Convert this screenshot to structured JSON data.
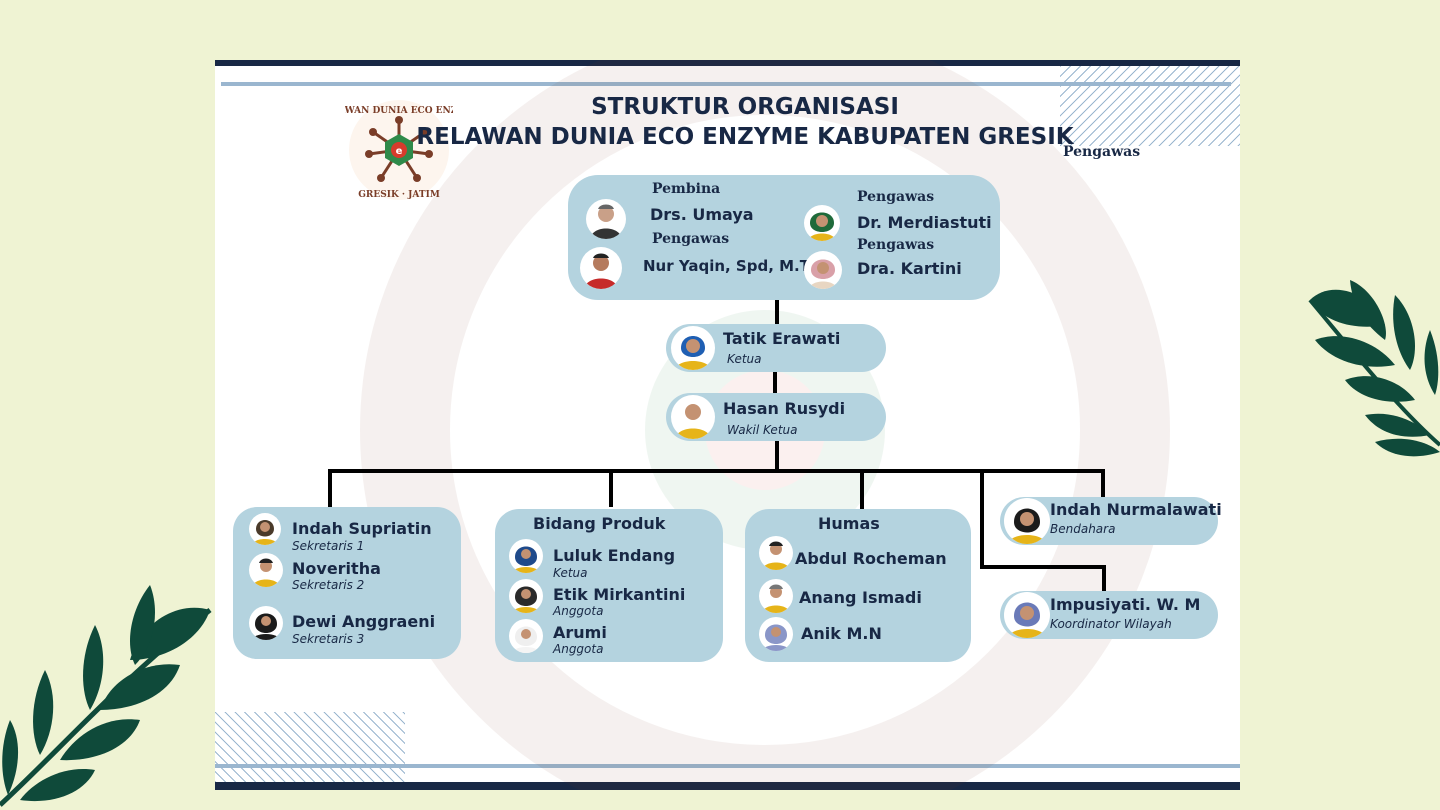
{
  "title": {
    "line1": "STRUKTUR ORGANISASI",
    "line2": "RELAWAN DUNIA ECO ENZYME KABUPATEN GRESIK",
    "stray_label": "Pengawas"
  },
  "logo": {
    "text_top": "RELAWAN DUNIA ECO ENZYME",
    "text_bottom": "GRESIK · JATIM",
    "center_letter": "e"
  },
  "top_group": {
    "pembina": {
      "role": "Pembina",
      "name": "Drs. Umaya"
    },
    "pengawas_1": {
      "role": "Pengawas",
      "name": "Nur Yaqin, Spd, M.T."
    },
    "pengawas_2": {
      "role": "Pengawas",
      "name": "Dr. Merdiastuti"
    },
    "pengawas_3": {
      "role": "Pengawas",
      "name": "Dra. Kartini"
    }
  },
  "ketua": {
    "name": "Tatik Erawati",
    "role": "Ketua"
  },
  "wakil_ketua": {
    "name": "Hasan Rusydi",
    "role": "Wakil Ketua"
  },
  "sekretaris": {
    "members": [
      {
        "name": "Indah Supriatin",
        "role": "Sekretaris 1"
      },
      {
        "name": "Noveritha",
        "role": "Sekretaris 2"
      },
      {
        "name": "Dewi Anggraeni",
        "role": "Sekretaris 3"
      }
    ]
  },
  "bidang_produk": {
    "heading": "Bidang Produk",
    "members": [
      {
        "name": "Luluk Endang",
        "role": "Ketua"
      },
      {
        "name": "Etik Mirkantini",
        "role": "Anggota"
      },
      {
        "name": "Arumi",
        "role": "Anggota"
      }
    ]
  },
  "humas": {
    "heading": "Humas",
    "members": [
      {
        "name": "Abdul Rocheman"
      },
      {
        "name": "Anang Ismadi"
      },
      {
        "name": "Anik M.N"
      }
    ]
  },
  "bendahara": {
    "name": "Indah Nurmalawati",
    "role": "Bendahara"
  },
  "koordinator": {
    "name": "Impusiyati. W. M",
    "role": "Koordinator Wilayah"
  },
  "colors": {
    "background": "#eff3d3",
    "box": "#b4d3df",
    "text": "#182845",
    "leaf": "#0f4a3a",
    "accent_bar": "#182845",
    "accent_line": "#9ab6cf"
  }
}
